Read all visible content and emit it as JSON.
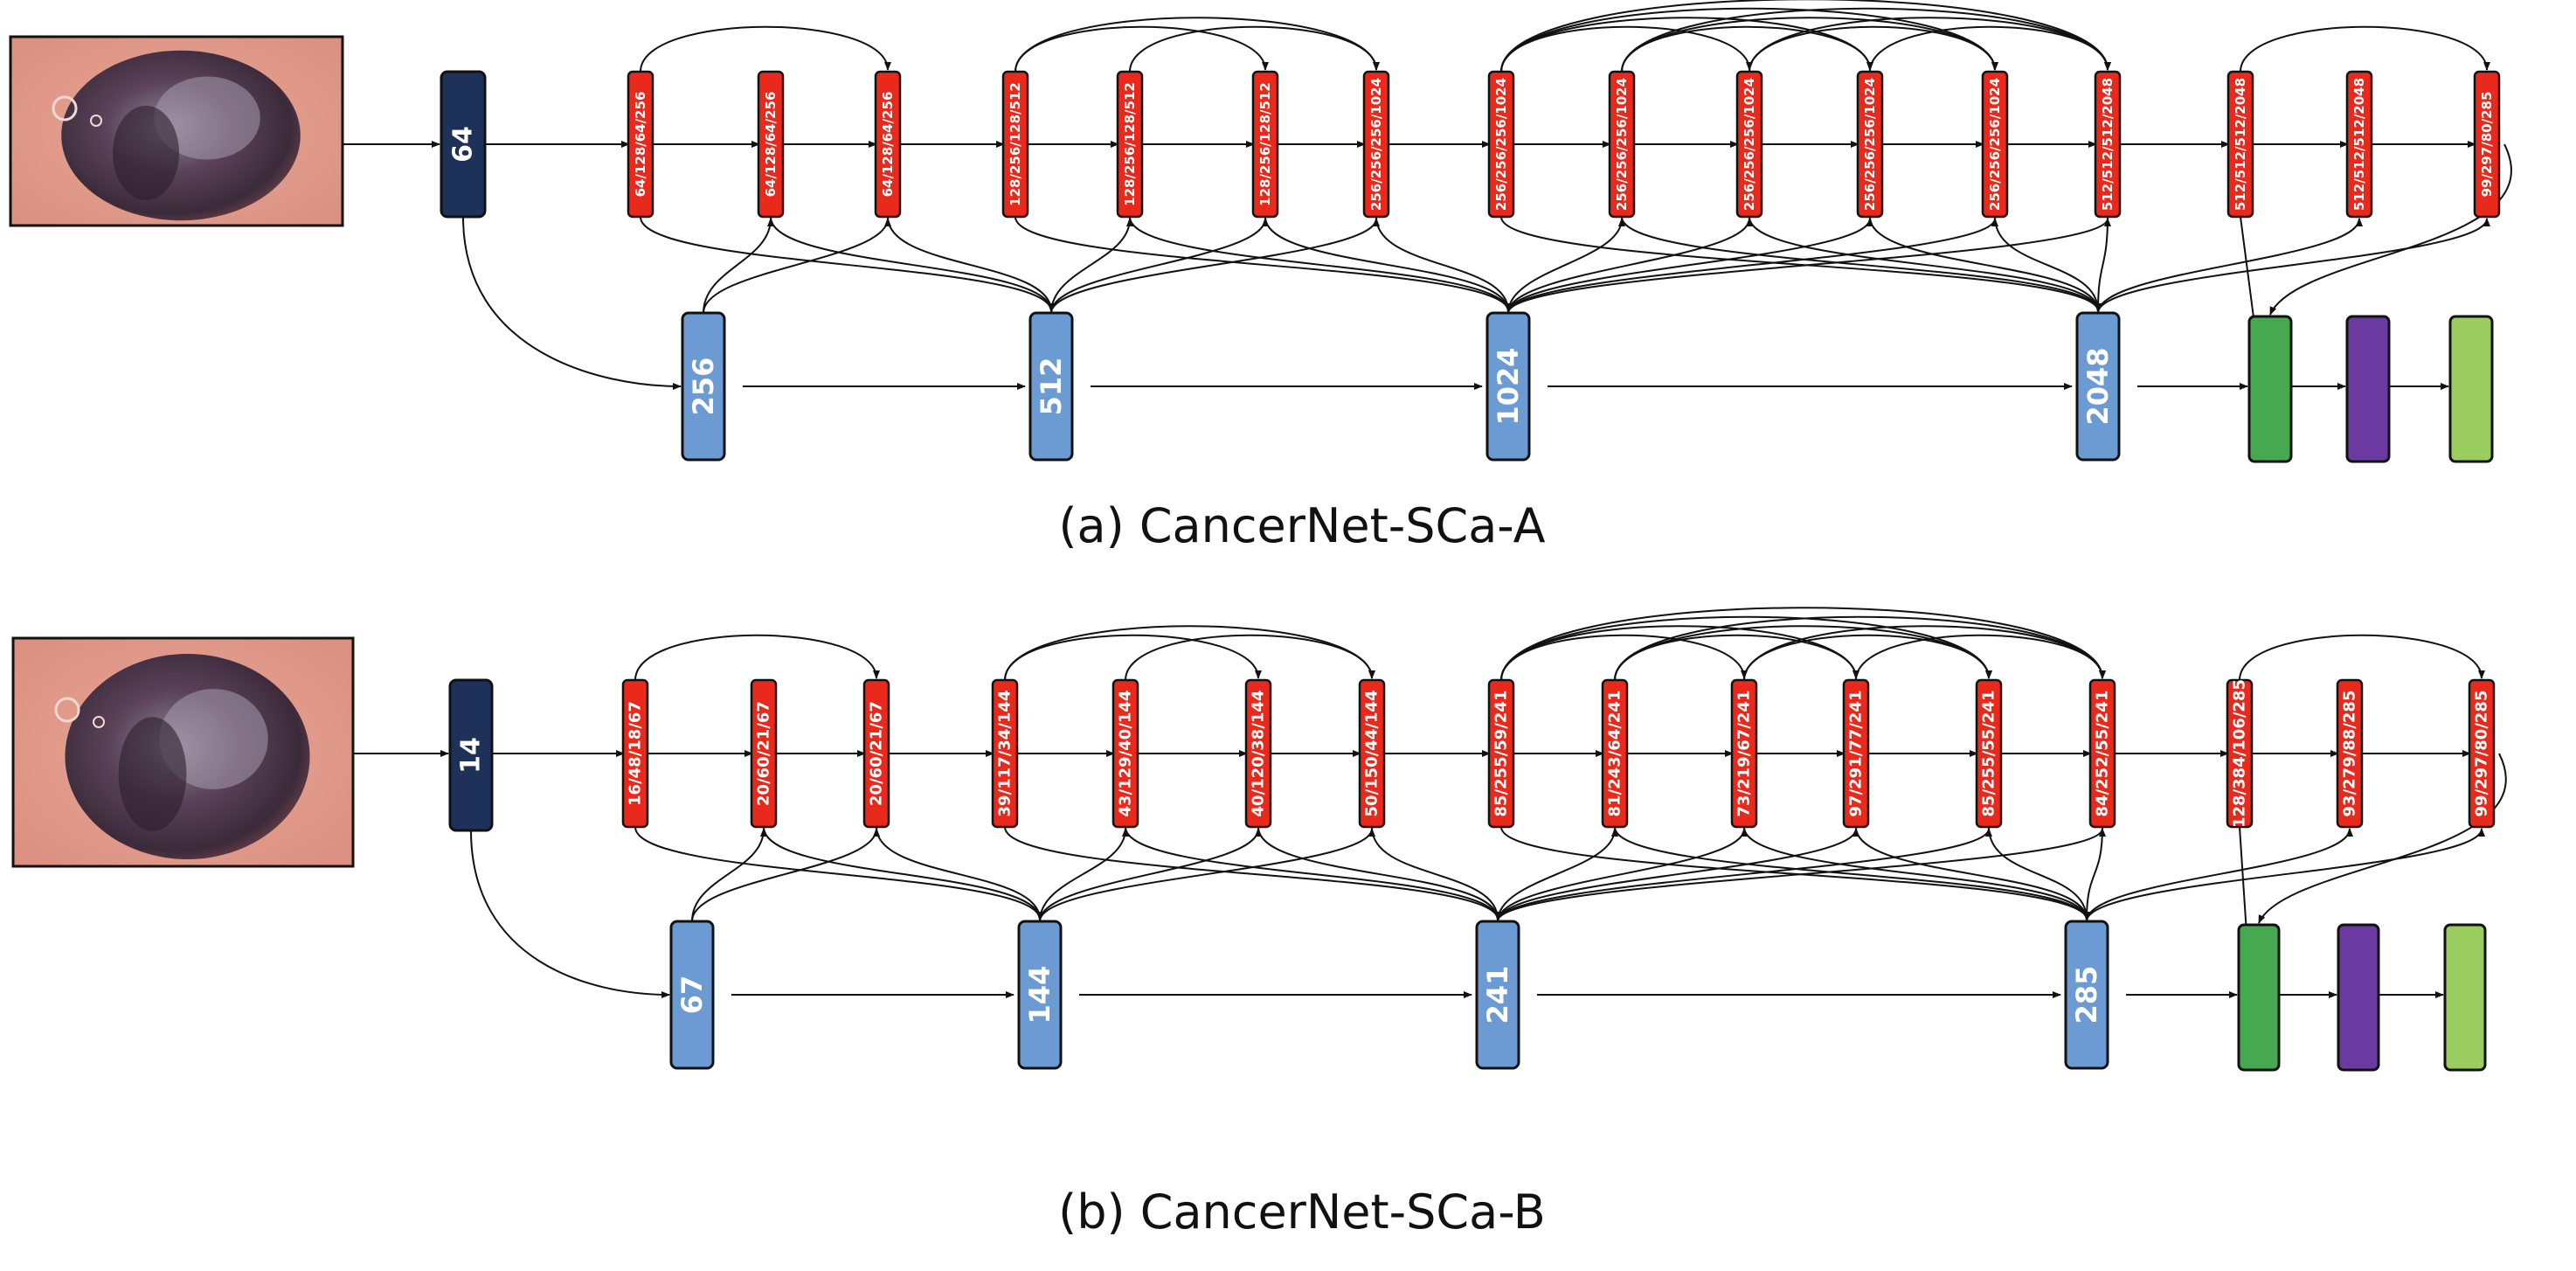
{
  "colors": {
    "stem": "#1e3158",
    "red": "#e8291c",
    "blue": "#6b9bd2",
    "green": "#47a94f",
    "purple": "#6b3aa0",
    "lightgreen": "#9bcc5f",
    "border": "#111111",
    "text": "#ffffff"
  },
  "icons": {
    "input_image": "skin-lesion-image"
  },
  "panels": [
    {
      "caption": "(a) CancerNet-SCa-A",
      "stem_label": "64",
      "top_labels": [
        "64/128/64/256",
        "64/128/64/256",
        "64/128/64/256",
        "128/256/128/512",
        "128/256/128/512",
        "128/256/128/512",
        "256/256/256/1024",
        "256/256/256/1024",
        "256/256/256/1024",
        "256/256/256/1024",
        "256/256/256/1024",
        "256/256/256/1024",
        "512/512/512/2048",
        "512/512/512/2048",
        "512/512/512/2048",
        "99/297/80/285"
      ],
      "mid_labels": [
        "256",
        "512",
        "1024",
        "2048"
      ]
    },
    {
      "caption": "(b) CancerNet-SCa-B",
      "stem_label": "14",
      "top_labels": [
        "16/48/18/67",
        "20/60/21/67",
        "20/60/21/67",
        "39/117/34/144",
        "43/129/40/144",
        "40/120/38/144",
        "50/150/44/144",
        "85/255/59/241",
        "81/243/64/241",
        "73/219/67/241",
        "97/291/77/241",
        "85/255/55/241",
        "84/252/55/241",
        "128/384/106/285",
        "93/279/88/285",
        "99/297/80/285"
      ],
      "mid_labels": [
        "67",
        "144",
        "241",
        "285"
      ]
    }
  ]
}
